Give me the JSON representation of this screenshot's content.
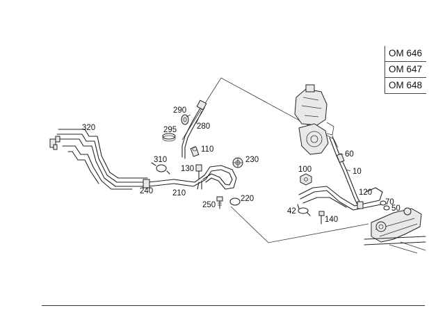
{
  "engine_variants": [
    "OM 646",
    "OM 647",
    "OM 648"
  ],
  "part_labels": {
    "p320": "320",
    "p290": "290",
    "p280": "280",
    "p295": "295",
    "p110": "110",
    "p230": "230",
    "p310": "310",
    "p130": "130",
    "p240": "240",
    "p210": "210",
    "p250": "250",
    "p220": "220",
    "p60": "60",
    "p100": "100",
    "p10": "10",
    "p120": "120",
    "p70": "70",
    "p50": "50",
    "p42": "42",
    "p140": "140"
  }
}
